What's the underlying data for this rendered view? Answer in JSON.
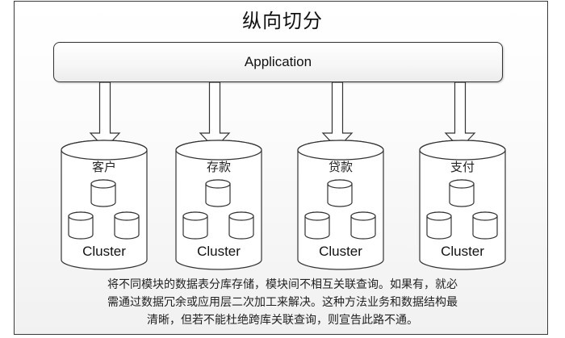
{
  "title": "纵向切分",
  "application": {
    "label": "Application"
  },
  "databases": [
    {
      "name": "客户",
      "cluster_label": "Cluster"
    },
    {
      "name": "存款",
      "cluster_label": "Cluster"
    },
    {
      "name": "贷款",
      "cluster_label": "Cluster"
    },
    {
      "name": "支付",
      "cluster_label": "Cluster"
    }
  ],
  "caption": {
    "lines": [
      "将不同模块的数据表分库存储，模块间不相互关联查询。如果有，就必",
      "需通过数据冗余或应用层二次加工来解决。这种方法业务和数据结构最",
      "清晰，但若不能杜绝跨库关联查询，则宣告此路不通。"
    ]
  },
  "colors": {
    "stroke": "#333333",
    "fill": "#ffffff",
    "background": "#f4f4f4"
  }
}
